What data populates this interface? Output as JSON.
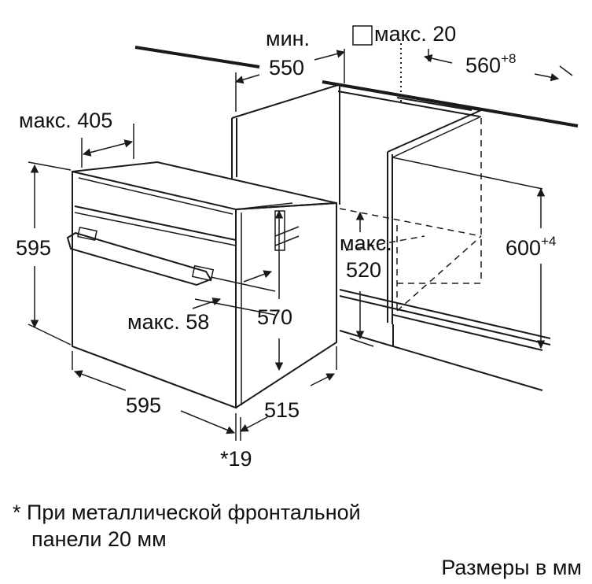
{
  "dimensions": {
    "min_label": "мин.",
    "min_550": "550",
    "max_20_label": "макс. 20",
    "w_560": "560",
    "w_560_tol": "+8",
    "max_405_label": "макс. 405",
    "h_595": "595",
    "max_label": "макс.",
    "max_520": "520",
    "h_600": "600",
    "h_600_tol": "+4",
    "max_58_label": "макс. 58",
    "h_570": "570",
    "w_595": "595",
    "d_515": "515",
    "note_19": "*19"
  },
  "footnote": {
    "line1": "* При металлической фронтальной",
    "line2": "панели 20 мм",
    "units": "Размеры в мм"
  }
}
